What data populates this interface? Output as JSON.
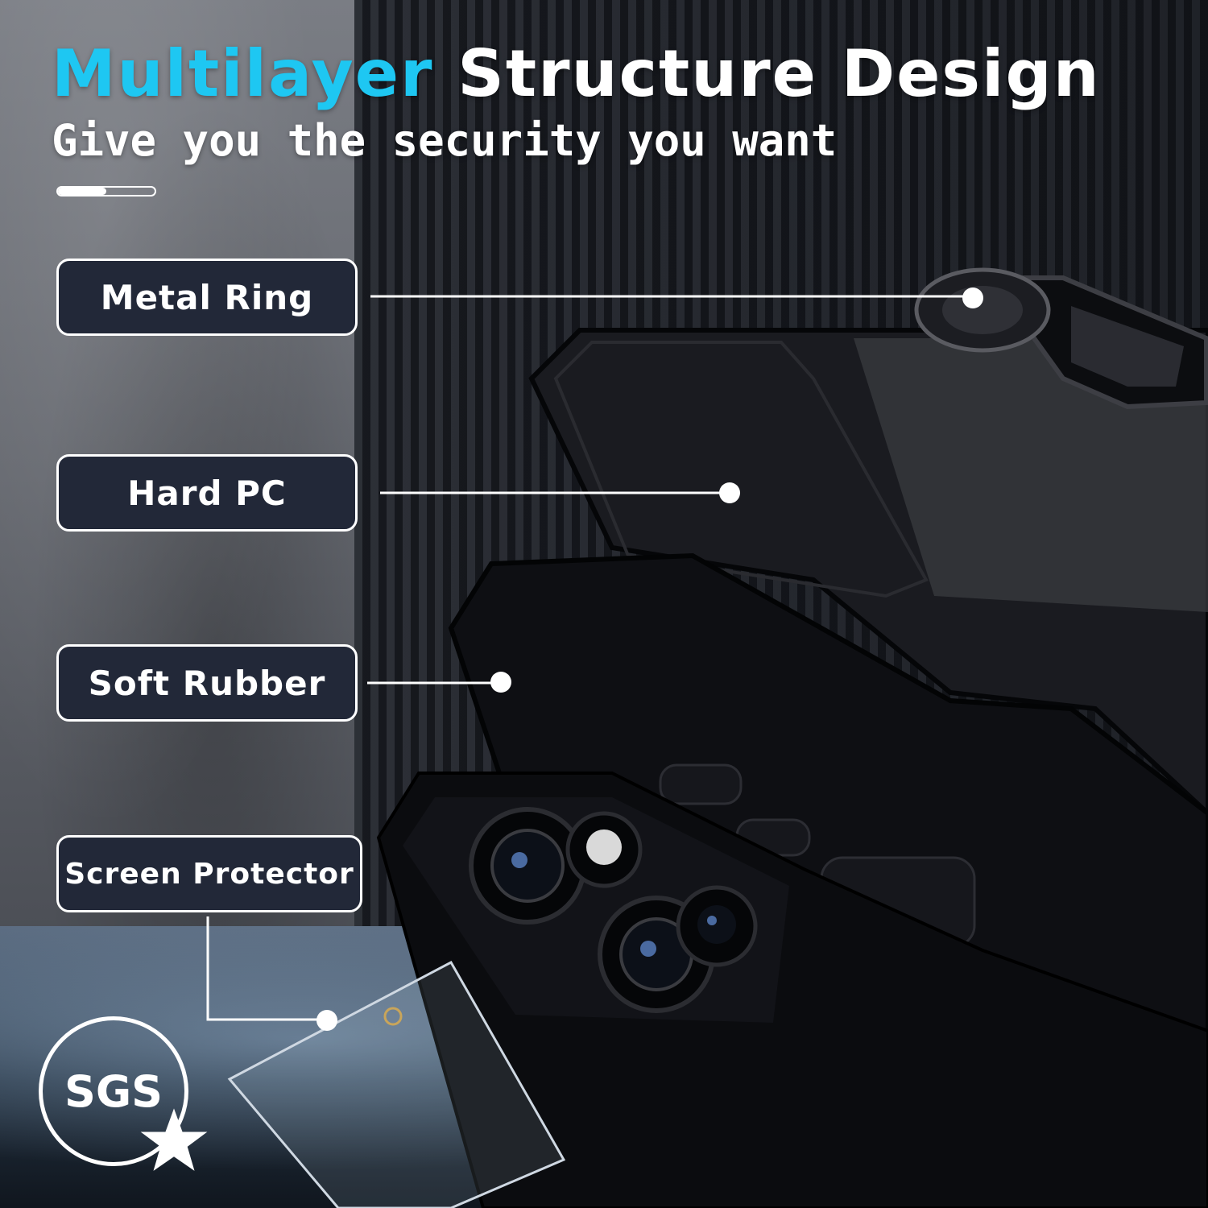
{
  "headline": {
    "accent": "Multilayer",
    "rest": " Structure Design",
    "accent_color": "#1ec7f2"
  },
  "subtitle": "Give you the security you want",
  "progress": {
    "fraction": 0.5
  },
  "layers": [
    {
      "label": "Metal Ring"
    },
    {
      "label": "Hard PC"
    },
    {
      "label": "Soft Rubber"
    },
    {
      "label": "Screen Protector"
    }
  ],
  "badge": {
    "text": "SGS",
    "icon": "star-icon"
  },
  "colors": {
    "box_fill": "#222838",
    "outline": "#ffffff",
    "case": "#111216"
  }
}
